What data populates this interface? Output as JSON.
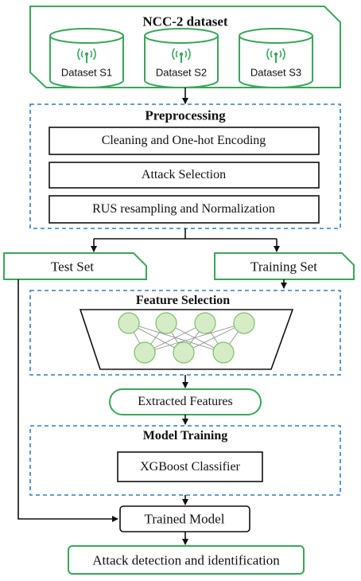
{
  "dataset_section": {
    "title": "NCC-2 dataset",
    "datasets": [
      {
        "label": "Dataset S1",
        "icon": "antenna-icon"
      },
      {
        "label": "Dataset S2",
        "icon": "antenna-icon"
      },
      {
        "label": "Dataset S3",
        "icon": "antenna-icon"
      }
    ]
  },
  "preprocessing": {
    "title": "Preprocessing",
    "steps": [
      "Cleaning and One-hot Encoding",
      "Attack Selection",
      "RUS resampling and Normalization"
    ]
  },
  "splits": {
    "test_set": "Test Set",
    "training_set": "Training Set"
  },
  "feature_selection": {
    "title": "Feature Selection",
    "icon": "neural-network-icon"
  },
  "extracted_features": "Extracted Features",
  "model_training": {
    "title": "Model Training",
    "classifier": "XGBoost Classifier"
  },
  "trained_model": "Trained Model",
  "output": "Attack detection and identification",
  "colors": {
    "green_border": "#3aa65a",
    "blue_dash": "#2f7fc1",
    "node_fill": "#d6ecc6",
    "node_stroke": "#7cbf6a",
    "arrow": "#111111"
  }
}
